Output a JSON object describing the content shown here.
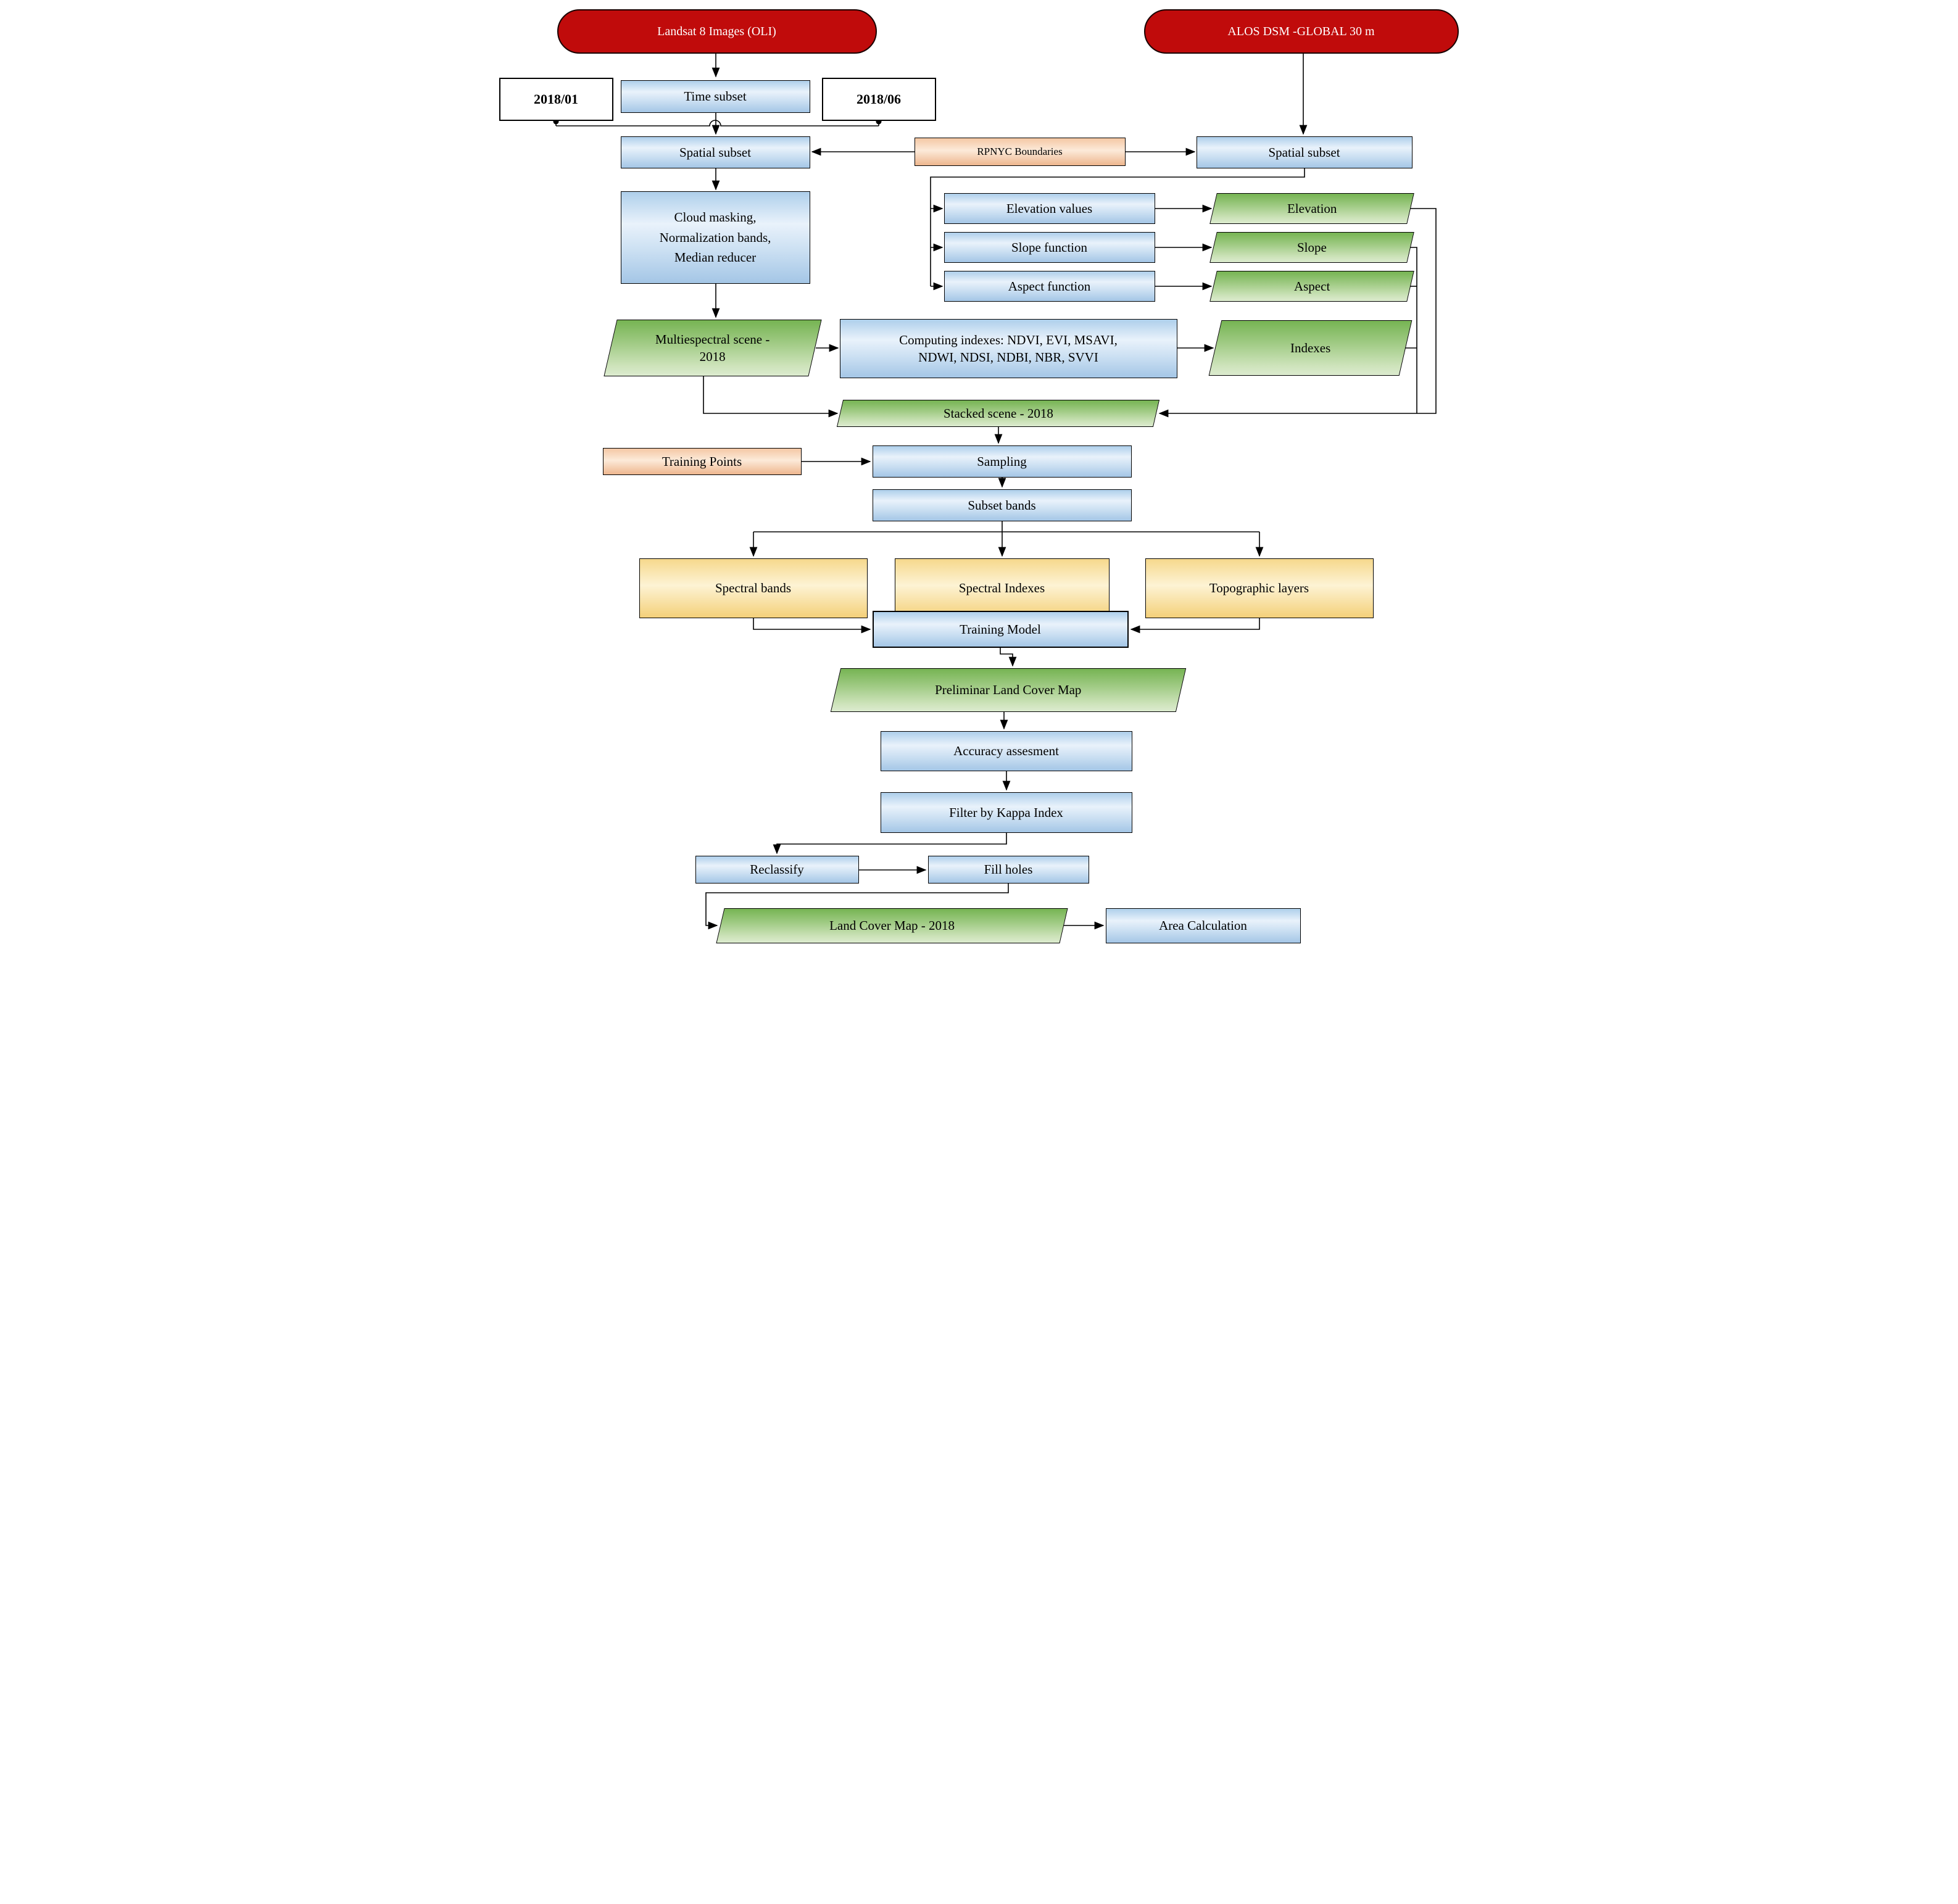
{
  "nodes": {
    "landsat": {
      "label": "Landsat 8 Images (OLI)"
    },
    "alos": {
      "label": "ALOS DSM -GLOBAL 30 m"
    },
    "date_start": {
      "label": "2018/01"
    },
    "date_end": {
      "label": "2018/06"
    },
    "time_subset": {
      "label": "Time subset"
    },
    "spatial_subset_left": {
      "label": "Spatial subset"
    },
    "spatial_subset_right": {
      "label": "Spatial subset"
    },
    "rpnyc": {
      "label": "RPNYC Boundaries"
    },
    "cloud_masking": {
      "label": "Cloud masking,\nNormalization bands,\nMedian reducer"
    },
    "elevation_values": {
      "label": "Elevation values"
    },
    "slope_function": {
      "label": "Slope function"
    },
    "aspect_function": {
      "label": "Aspect function"
    },
    "elevation": {
      "label": "Elevation"
    },
    "slope": {
      "label": "Slope"
    },
    "aspect": {
      "label": "Aspect"
    },
    "multispectral_scene": {
      "label": "Multiespectral scene -\n2018"
    },
    "computing_indexes": {
      "label": "Computing indexes: NDVI, EVI, MSAVI,\nNDWI, NDSI, NDBI, NBR, SVVI"
    },
    "indexes": {
      "label": "Indexes"
    },
    "stacked_scene": {
      "label": "Stacked scene - 2018"
    },
    "training_points": {
      "label": "Training Points"
    },
    "sampling": {
      "label": "Sampling"
    },
    "subset_bands": {
      "label": "Subset bands"
    },
    "spectral_bands": {
      "label": "Spectral bands"
    },
    "spectral_indexes": {
      "label": "Spectral Indexes"
    },
    "topographic_layers": {
      "label": "Topographic layers"
    },
    "training_model": {
      "label": "Training Model"
    },
    "preliminary_map": {
      "label": "Preliminar Land Cover Map"
    },
    "accuracy_assessment": {
      "label": "Accuracy assesment"
    },
    "filter_kappa": {
      "label": "Filter by Kappa Index"
    },
    "reclassify": {
      "label": "Reclassify"
    },
    "fill_holes": {
      "label": "Fill holes"
    },
    "land_cover_map": {
      "label": "Land Cover Map - 2018"
    },
    "area_calculation": {
      "label": "Area Calculation"
    }
  },
  "colors": {
    "terminator_red": "#c00b0b",
    "process_blue_top": "#aecfeb",
    "process_blue_mid": "#e9f2fb",
    "process_blue_bottom": "#a4c6e6",
    "data_green_top": "#76b453",
    "data_green_bottom": "#dcebcf",
    "input_orange_top": "#f4c7a4",
    "input_orange_bottom": "#eeb68e",
    "feature_yellow_top": "#f6d88c",
    "feature_yellow_bottom": "#f4d079",
    "date_box_white": "#ffffff",
    "outline_black": "#000000",
    "connector_black": "#000000"
  }
}
